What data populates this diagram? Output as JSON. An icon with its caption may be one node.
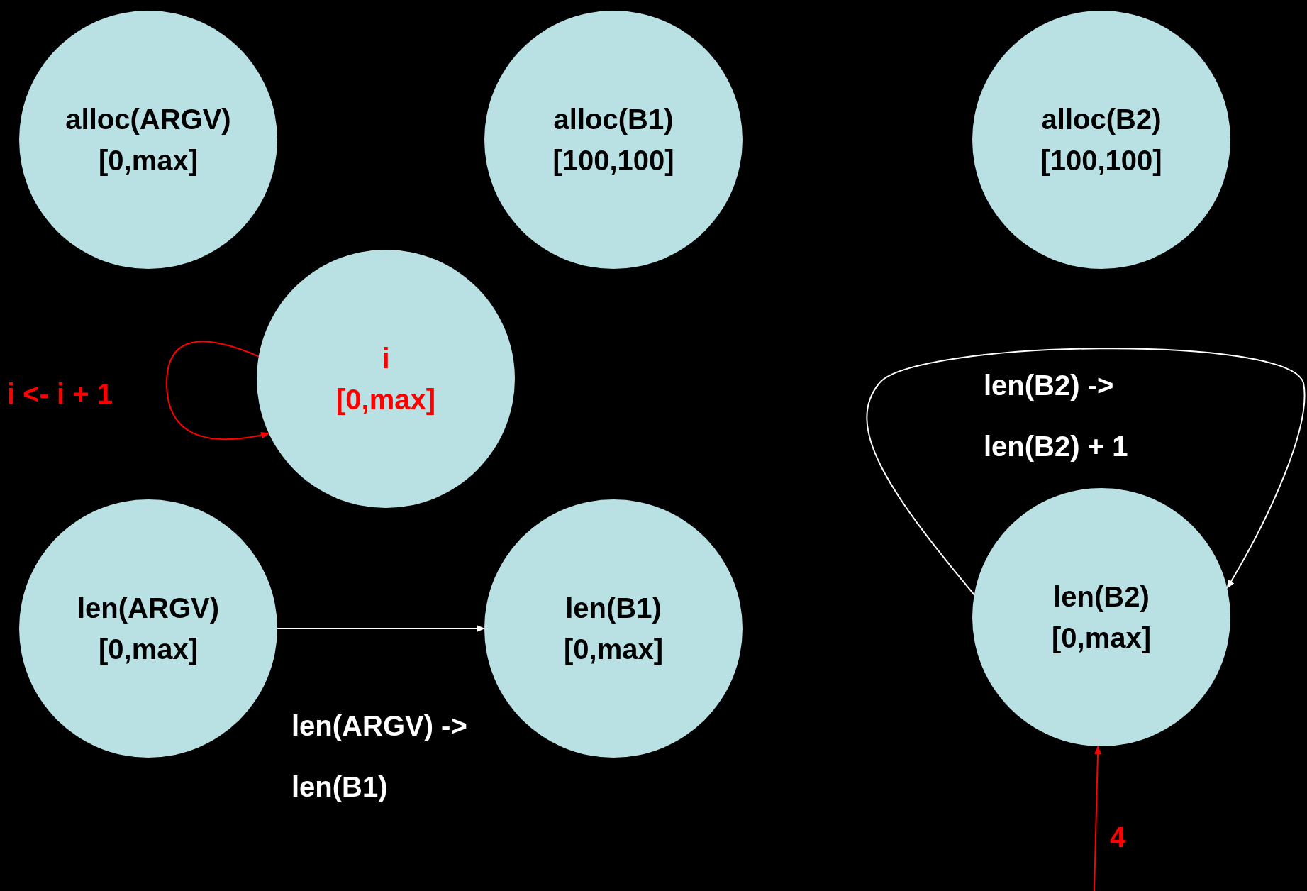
{
  "diagram": {
    "nodes": [
      {
        "text": [
          "alloc(ARGV)",
          "[0,max]"
        ]
      },
      {
        "text": [
          "alloc(B1)",
          "[100,100]"
        ]
      },
      {
        "text": [
          "alloc(B2)",
          "[100,100]"
        ]
      },
      {
        "text": [
          "i",
          "[0,max]"
        ]
      },
      {
        "text": [
          "len(ARGV)",
          "[0,max]"
        ]
      },
      {
        "text": [
          "len(B1)",
          "[0,max]"
        ]
      },
      {
        "text": [
          "len(B2)",
          "[0,max]"
        ]
      }
    ],
    "edges": [
      {
        "from": 4,
        "to": 5,
        "arrow": "to",
        "label": "len(ARGV) -> len(B1)"
      },
      {
        "from": 3,
        "to": 3,
        "arrow": "to",
        "label": "i <- i + 1",
        "color": "#ff0000"
      },
      {
        "from": 6,
        "to": 6,
        "arrow": "to",
        "label": "len(B2) -> len(B2) + 1"
      },
      {
        "from": null,
        "to": 6,
        "arrow": "to",
        "label": "4",
        "color": "#ff0000"
      }
    ]
  }
}
